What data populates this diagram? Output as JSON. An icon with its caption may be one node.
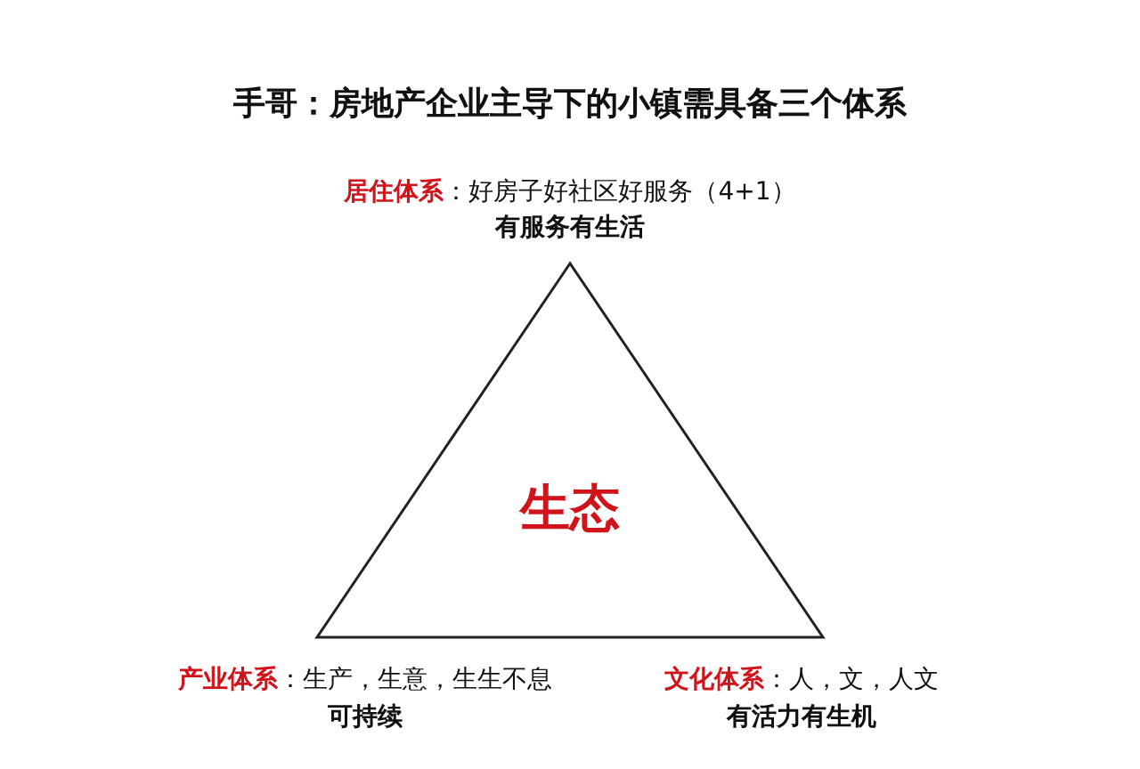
{
  "diagram": {
    "title": "手哥：房地产企业主导下的小镇需具备三个体系",
    "nodes": [
      {
        "text": [
          "生态"
        ]
      }
    ],
    "labels": [
      "**居住体系**：好房子好社区好服务（4+1）",
      "有服务有生活",
      "**产业体系**：生产，生意，生生不息",
      "可持续",
      "**文化体系**：人，文，人文",
      "有活力有生机"
    ]
  }
}
